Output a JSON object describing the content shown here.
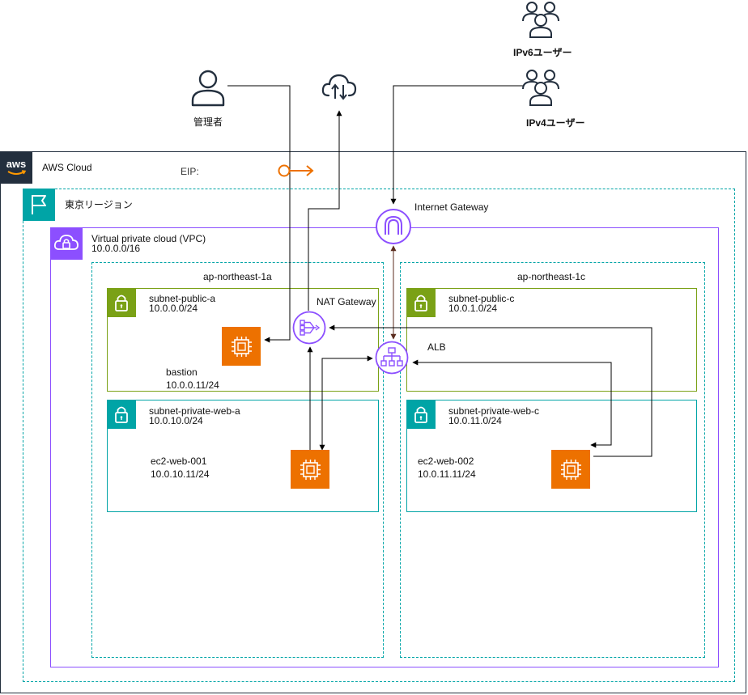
{
  "people": {
    "admin": {
      "label": "管理者"
    },
    "ipv6": {
      "label": "IPv6ユーザー"
    },
    "ipv4": {
      "label": "IPv4ユーザー"
    }
  },
  "aws_cloud": {
    "label": "AWS Cloud",
    "eip_label": "EIP:"
  },
  "region": {
    "label": "東京リージョン"
  },
  "igw": {
    "label": "Internet Gateway"
  },
  "vpc": {
    "label": "Virtual private cloud (VPC)",
    "cidr": "10.0.0.0/16"
  },
  "az_a": {
    "label": "ap-northeast-1a",
    "public_subnet": {
      "name": "subnet-public-a",
      "cidr": "10.0.0.0/24"
    },
    "private_subnet": {
      "name": "subnet-private-web-a",
      "cidr": "10.0.10.0/24"
    },
    "bastion": {
      "name": "bastion",
      "ip": "10.0.0.11/24"
    },
    "web": {
      "name": "ec2-web-001",
      "ip": "10.0.10.11/24"
    }
  },
  "az_c": {
    "label": "ap-northeast-1c",
    "public_subnet": {
      "name": "subnet-public-c",
      "cidr": "10.0.1.0/24"
    },
    "private_subnet": {
      "name": "subnet-private-web-c",
      "cidr": "10.0.11.0/24"
    },
    "web": {
      "name": "ec2-web-002",
      "ip": "10.0.11.11/24"
    }
  },
  "nat": {
    "label": "NAT Gateway"
  },
  "alb": {
    "label": "ALB"
  },
  "colors": {
    "cloud_border": "#232f3e",
    "region_border": "#00a4a6",
    "vpc_border": "#8c4fff",
    "public_subnet": "#7aa116",
    "private_subnet": "#00a4a6",
    "ec2": "#ed7100",
    "eip": "#ed7100",
    "network": "#8c4fff",
    "igw_alb_link": "#5b2d1f"
  }
}
